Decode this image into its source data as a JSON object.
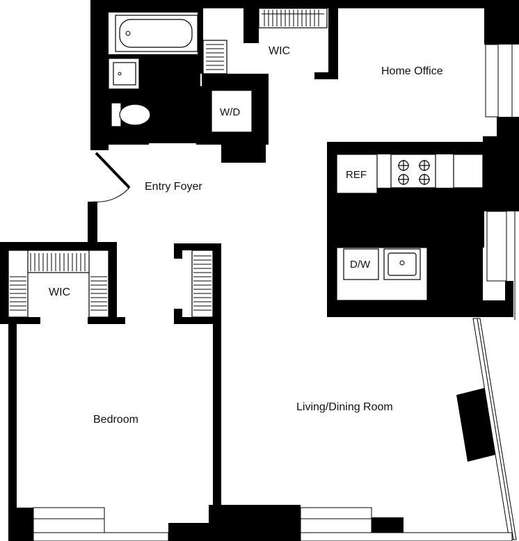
{
  "rooms": {
    "wic_top": "WIC",
    "home_office": "Home Office",
    "entry_foyer": "Entry Foyer",
    "wic_left": "WIC",
    "bedroom": "Bedroom",
    "living_dining": "Living/Dining Room"
  },
  "appliances": {
    "washer_dryer": "W/D",
    "refrigerator": "REF",
    "dishwasher": "D/W"
  },
  "colors": {
    "wall": "#000000",
    "background": "#ffffff"
  }
}
